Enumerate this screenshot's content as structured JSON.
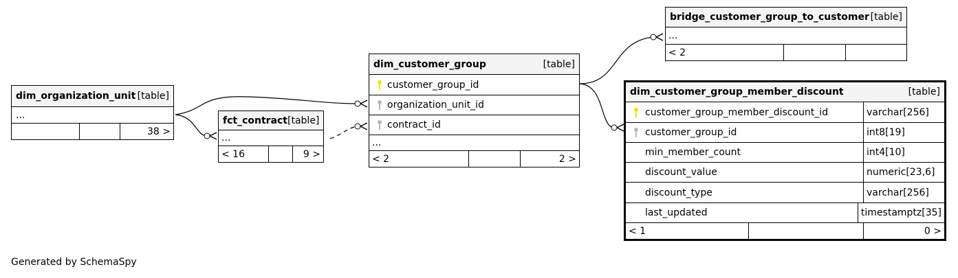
{
  "tables": {
    "dim_organization_unit": {
      "name": "dim_organization_unit",
      "tag": "[table]",
      "more": "...",
      "footer": [
        "",
        "",
        "38 >"
      ]
    },
    "fct_contract": {
      "name": "fct_contract",
      "tag": "[table]",
      "more": "...",
      "footer": [
        "< 16",
        "",
        "9 >"
      ]
    },
    "dim_customer_group": {
      "name": "dim_customer_group",
      "tag": "[table]",
      "columns": [
        {
          "name": "customer_group_id",
          "key": "primary-key-icon"
        },
        {
          "name": "organization_unit_id",
          "key": "foreign-key-icon"
        },
        {
          "name": "contract_id",
          "key": "foreign-key-icon"
        }
      ],
      "more": "...",
      "footer": [
        "< 2",
        "",
        "2 >"
      ]
    },
    "bridge_customer_group_to_customer": {
      "name": "bridge_customer_group_to_customer",
      "tag": "[table]",
      "more": "...",
      "footer": [
        "< 2",
        "",
        ""
      ]
    },
    "dim_customer_group_member_discount": {
      "name": "dim_customer_group_member_discount",
      "tag": "[table]",
      "columns": [
        {
          "name": "customer_group_member_discount_id",
          "type": "varchar[256]",
          "key": "primary-key-icon"
        },
        {
          "name": "customer_group_id",
          "type": "int8[19]",
          "key": "foreign-key-icon"
        },
        {
          "name": "min_member_count",
          "type": "int4[10]",
          "key": ""
        },
        {
          "name": "discount_value",
          "type": "numeric[23,6]",
          "key": ""
        },
        {
          "name": "discount_type",
          "type": "varchar[256]",
          "key": ""
        },
        {
          "name": "last_updated",
          "type": "timestamptz[35]",
          "key": ""
        }
      ],
      "footer": [
        "< 1",
        "",
        "0 >"
      ]
    }
  },
  "colors": {
    "primary_key": "#e8e800",
    "foreign_key": "#b8b8b8",
    "header_bg": "#f4f4f4"
  },
  "footer_text": "Generated by SchemaSpy"
}
